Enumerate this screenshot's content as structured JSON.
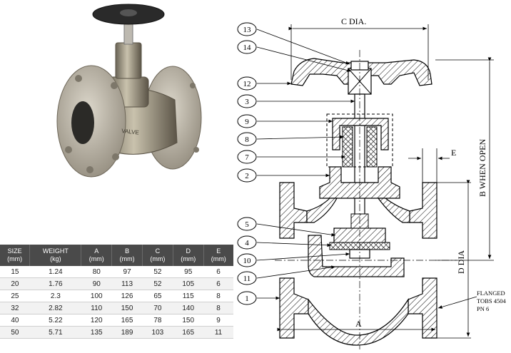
{
  "table": {
    "headers": [
      {
        "label": "SIZE",
        "unit": "(mm)"
      },
      {
        "label": "WEIGHT",
        "unit": "(kg)"
      },
      {
        "label": "A",
        "unit": "(mm)"
      },
      {
        "label": "B",
        "unit": "(mm)"
      },
      {
        "label": "C",
        "unit": "(mm)"
      },
      {
        "label": "D",
        "unit": "(mm)"
      },
      {
        "label": "E",
        "unit": "(mm)"
      }
    ],
    "rows": [
      [
        "15",
        "1.24",
        "80",
        "97",
        "52",
        "95",
        "6"
      ],
      [
        "20",
        "1.76",
        "90",
        "113",
        "52",
        "105",
        "6"
      ],
      [
        "25",
        "2.3",
        "100",
        "126",
        "65",
        "115",
        "8"
      ],
      [
        "32",
        "2.82",
        "110",
        "150",
        "70",
        "140",
        "8"
      ],
      [
        "40",
        "5.22",
        "120",
        "165",
        "78",
        "150",
        "9"
      ],
      [
        "50",
        "5.71",
        "135",
        "189",
        "103",
        "165",
        "11"
      ]
    ]
  },
  "drawing": {
    "dimensions": {
      "c_dia": "C DIA.",
      "b_when_open": "B WHEN OPEN",
      "d_dia": "D DIA",
      "e": "E",
      "a": "A"
    },
    "flange_note": [
      "FLANGED",
      "TOBS 4504",
      "PN 6"
    ],
    "part_numbers": [
      "13",
      "14",
      "12",
      "3",
      "9",
      "8",
      "7",
      "2",
      "5",
      "4",
      "10",
      "11",
      "1"
    ]
  },
  "photo": {
    "body_marking": "VALVE"
  }
}
